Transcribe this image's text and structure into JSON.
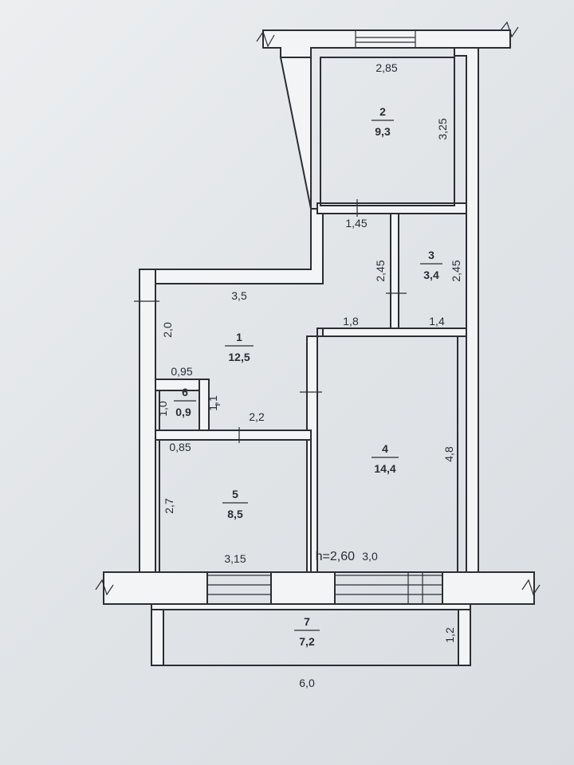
{
  "rooms": [
    {
      "id": "1",
      "area": "12,5"
    },
    {
      "id": "2",
      "area": "9,3"
    },
    {
      "id": "3",
      "area": "3,4"
    },
    {
      "id": "4",
      "area": "14,4"
    },
    {
      "id": "5",
      "area": "8,5"
    },
    {
      "id": "6",
      "area": "0,9"
    },
    {
      "id": "7",
      "area": "7,2"
    }
  ],
  "dimensions": {
    "r2_top": "2,85",
    "r2_right": "3,25",
    "r2_bottom": "1,45",
    "corr_v": "2,45",
    "r3_right": "2,45",
    "r3_bottom": "1,4",
    "r1_top": "3,5",
    "r1_left": "2,0",
    "r1_mid": "1,8",
    "r6_top": "0,95",
    "r6_left": "1,0",
    "r6_right": "1,1",
    "r6_bottom": "0,85",
    "r1_bottom": "2,2",
    "r5_left": "2,7",
    "r5_bottom": "3,15",
    "r4_right": "4,8",
    "r4_bottom": "3,0",
    "r7_right": "1,2",
    "r7_bottom": "6,0"
  },
  "ceiling_height": "h=2,60"
}
